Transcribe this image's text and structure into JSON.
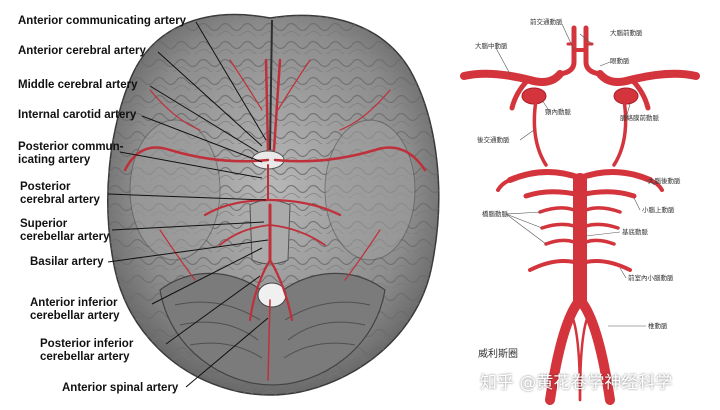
{
  "left_labels": [
    "Anterior communicating artery",
    "Anterior cerebral artery",
    "Middle cerebral artery",
    "Internal carotid artery",
    "Posterior commun-\nicating artery",
    "Posterior\ncerebral artery",
    "Superior\ncerebellar artery",
    "Basilar artery",
    "Anterior inferior\ncerebellar artery",
    "Posterior inferior\ncerebellar artery",
    "Anterior spinal artery"
  ],
  "right_labels": {
    "acom": "前交通動脈",
    "mca": "大腦中動脈",
    "aca": "大腦前動脈",
    "ophth": "眼動脈",
    "ica": "頸內動脈",
    "achor": "脈絡膜前動脈",
    "pcom": "後交通動脈",
    "pca": "大腦後動脈",
    "sca": "小腦上動脈",
    "pontine": "橋腦動脈",
    "basilar": "基底動脈",
    "aica": "前室內小腦動脈",
    "vertebral": "椎動脈",
    "title": "威利斯圈"
  },
  "watermark": "知乎 @黄花卷学神经科学",
  "colors": {
    "artery": "#d4343c",
    "artery_dark": "#a81e28",
    "brain": "#8a8a8a",
    "line": "#111111"
  }
}
